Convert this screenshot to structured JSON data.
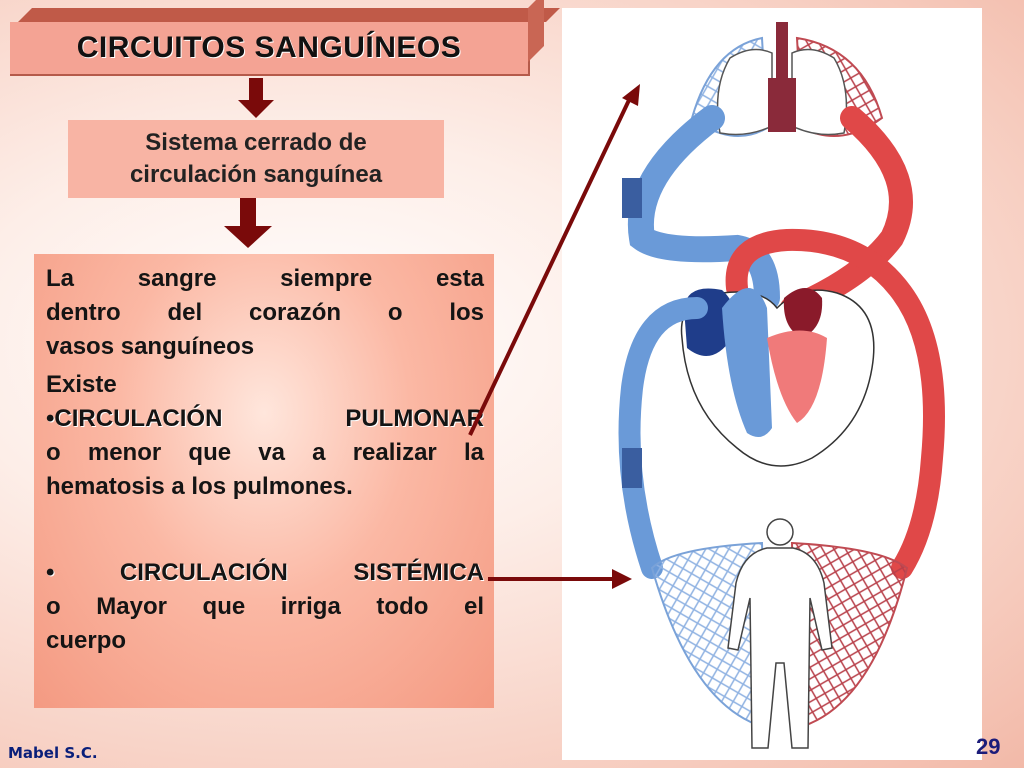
{
  "title": "CIRCUITOS SANGUÍNEOS",
  "subtitle": {
    "line1": "Sistema cerrado de",
    "line2": "circulación sanguínea"
  },
  "content": {
    "intro_line1": "La sangre siempre esta",
    "intro_line2": "dentro del corazón o los",
    "intro_line3": "vasos sanguíneos",
    "existe": "Existe",
    "bullet_symbol": "•",
    "pulmonar_title": "CIRCULACIÓN PULMONAR",
    "pulmonar_desc_line1": "o menor que va a realizar la",
    "pulmonar_desc_line2": "hematosis a los pulmones.",
    "sistemica_title": "CIRCULACIÓN SISTÉMICA",
    "sistemica_desc_line1": "o Mayor que irriga todo el",
    "sistemica_desc_line2": "cuerpo"
  },
  "footer": {
    "author": "Mabel S.C.",
    "page": "29"
  },
  "colors": {
    "arrow": "#7a0a0a",
    "oxygenated": "#e04848",
    "deoxygenated": "#6a9ad8"
  }
}
